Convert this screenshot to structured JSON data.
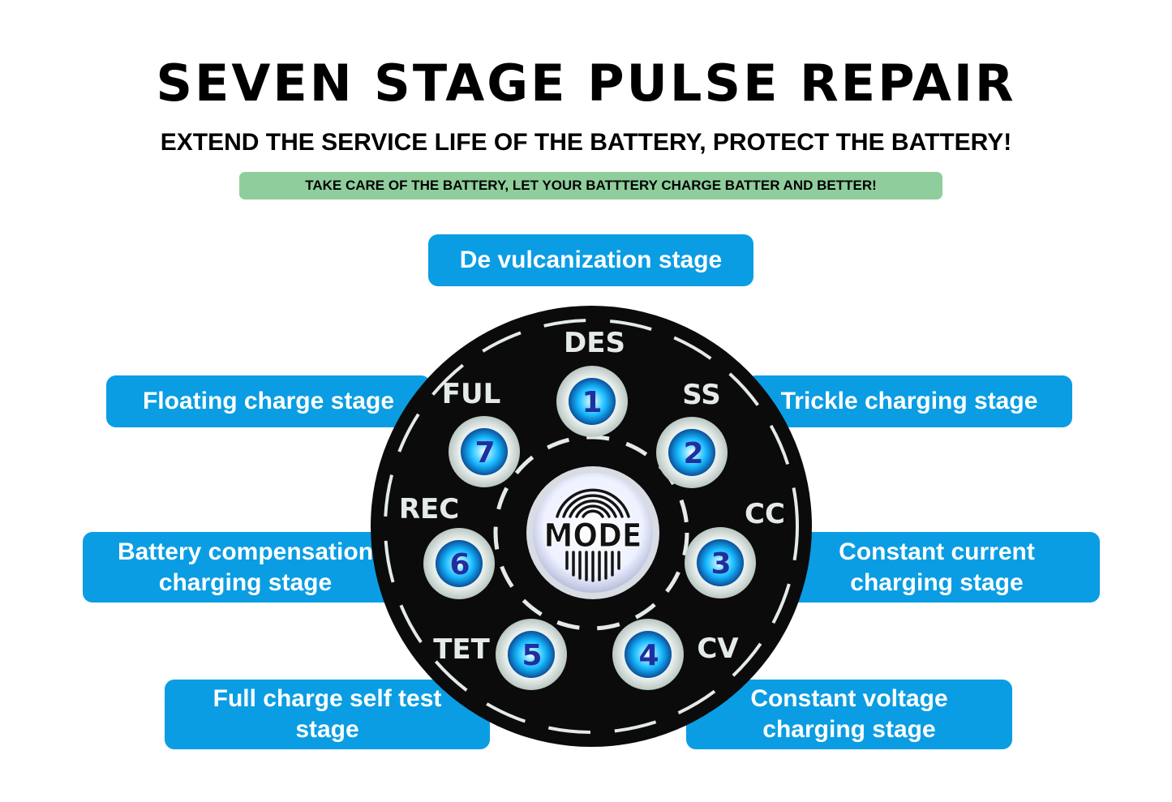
{
  "header": {
    "title": "SEVEN STAGE PULSE REPAIR",
    "subtitle": "EXTEND THE SERVICE LIFE OF THE BATTERY, PROTECT THE BATTERY!",
    "banner": "TAKE CARE OF THE BATTERY, LET YOUR BATTTERY CHARGE BATTER AND BETTER!"
  },
  "stages": {
    "des": {
      "label": "De vulcanization stage",
      "code": "DES",
      "number": "1"
    },
    "ss": {
      "label": "Trickle charging stage",
      "code": "SS",
      "number": "2"
    },
    "cc": {
      "label_line1": "Constant current",
      "label_line2": "charging stage",
      "code": "CC",
      "number": "3"
    },
    "cv": {
      "label_line1": "Constant voltage",
      "label_line2": "charging stage",
      "code": "CV",
      "number": "4"
    },
    "tet": {
      "label_line1": "Full charge self test",
      "label_line2": "stage",
      "code": "TET",
      "number": "5"
    },
    "rec": {
      "label_line1": "Battery compensation",
      "label_line2": "charging stage",
      "code": "REC",
      "number": "6"
    },
    "ful": {
      "label": "Floating charge stage",
      "code": "FUL",
      "number": "7"
    }
  },
  "panel": {
    "mode_button": "MODE"
  },
  "colors": {
    "label_bg": "#0a9de3",
    "banner_bg": "#8fce9c",
    "panel_bg": "#0b0b0b",
    "led_glow": "#16b8ff"
  }
}
